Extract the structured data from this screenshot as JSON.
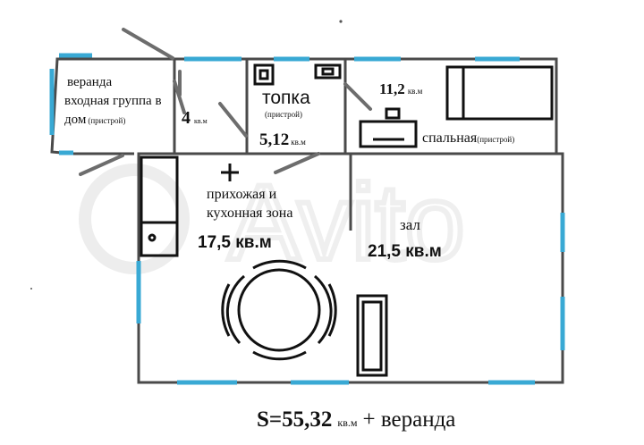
{
  "labels": {
    "veranda_line1": "веранда",
    "veranda_line2": "входная группа в",
    "veranda_line3_main": "дом",
    "veranda_line3_note": "(пристрой)",
    "room_small_area": "4",
    "room_small_unit": "кв.м",
    "topka_title": "топка",
    "topka_note": "(пристрой)",
    "topka_area": "5,12",
    "topka_unit": "кв.м",
    "bedroom_area": "11,2",
    "bedroom_unit": "кв.м",
    "bedroom_name": "спальная",
    "bedroom_note": "(пристрой)",
    "kitchen_line1": "прихожая и",
    "kitchen_line2": "кухонная зона",
    "kitchen_area": "17,5 кв.м",
    "hall_name": "зал",
    "hall_area": "21,5 кв.м",
    "total_prefix": "S=55,32",
    "total_unit": "кв.м",
    "total_suffix": "+ веранда",
    "watermark": "Avito"
  },
  "colors": {
    "wall": "#4a4a4a",
    "window": "#39a9d4",
    "door": "#6d6d6d",
    "watermark": "#ededed"
  }
}
